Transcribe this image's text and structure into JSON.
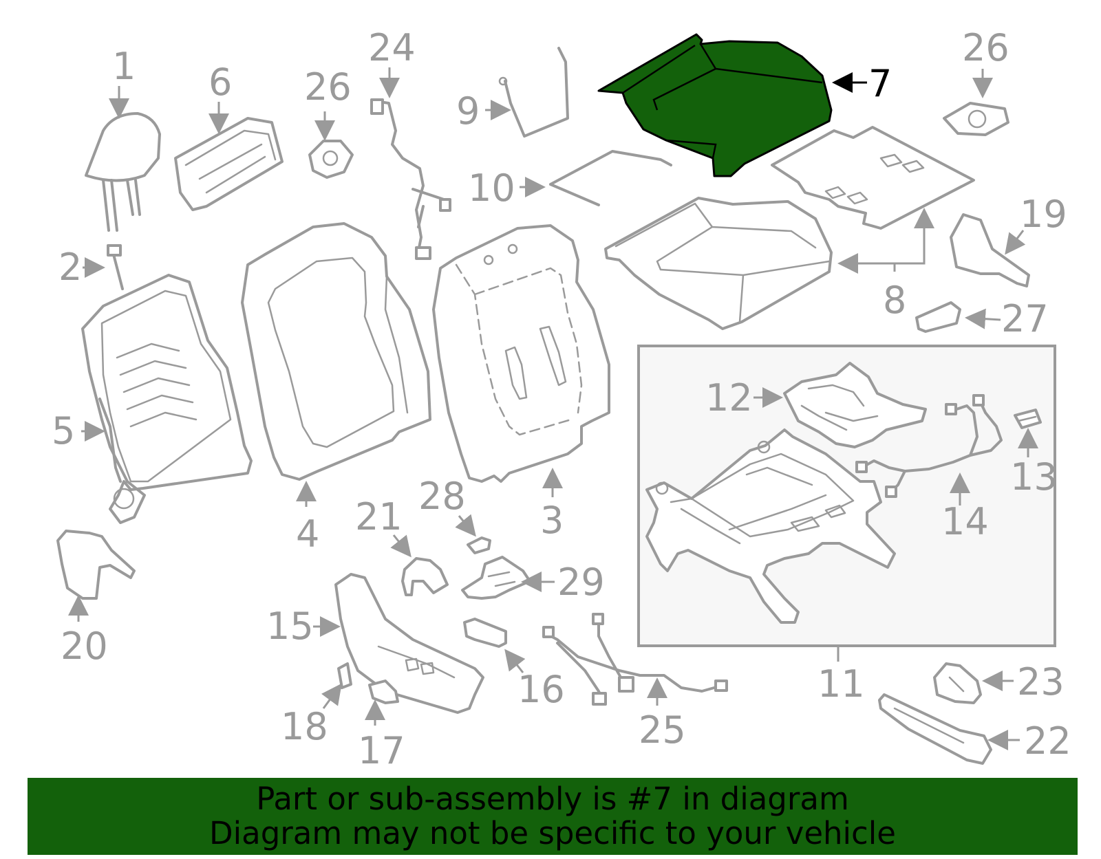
{
  "callouts": {
    "n1": "1",
    "n2": "2",
    "n3": "3",
    "n4": "4",
    "n5": "5",
    "n6": "6",
    "n7": "7",
    "n8": "8",
    "n9": "9",
    "n10": "10",
    "n11": "11",
    "n12": "12",
    "n13": "13",
    "n14": "14",
    "n15": "15",
    "n16": "16",
    "n17": "17",
    "n18": "18",
    "n19": "19",
    "n20": "20",
    "n21": "21",
    "n22": "22",
    "n23": "23",
    "n24": "24",
    "n25": "25",
    "n26a": "26",
    "n26b": "26",
    "n27": "27",
    "n28": "28",
    "n29": "29"
  },
  "highlight_part": "7",
  "colors": {
    "highlight": "#13610b",
    "line": "#9a9a9a",
    "banner": "#13610b",
    "inset_bg": "#f7f7f7"
  },
  "banner": {
    "line1": "Part or sub-assembly is #7 in diagram",
    "line2": "Diagram may not be specific to your vehicle"
  }
}
